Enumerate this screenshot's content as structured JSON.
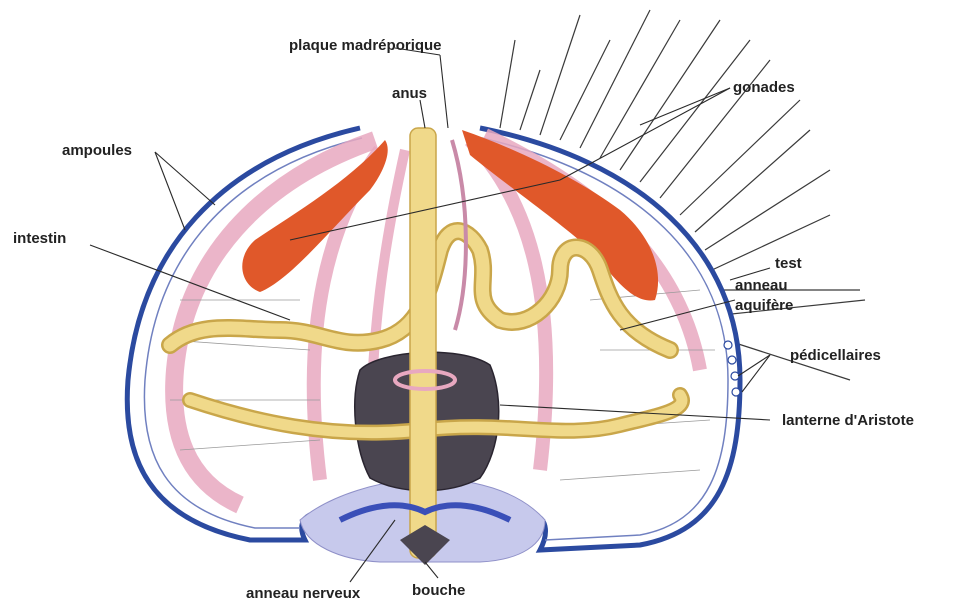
{
  "diagram": {
    "labels": {
      "plaque": "plaque madréporique",
      "anus": "anus",
      "gonades": "gonades",
      "ampoules": "ampoules",
      "intestin": "intestin",
      "test": "test",
      "anneau_aquifere_1": "anneau",
      "anneau_aquifere_2": "aquifère",
      "pedicellaires": "pédicellaires",
      "lanterne": "lanterne d'Aristote",
      "anneau_nerveux": "anneau nerveux",
      "bouche": "bouche"
    },
    "colors": {
      "test": "#2b4aa0",
      "ampoules": "#e8a8c0",
      "gonades": "#e0582a",
      "intestin": "#f0d98a",
      "lanterne": "#4a4550",
      "anneau_nerveux": "#3a4fb8",
      "peristome": "#c7c9ec"
    }
  }
}
